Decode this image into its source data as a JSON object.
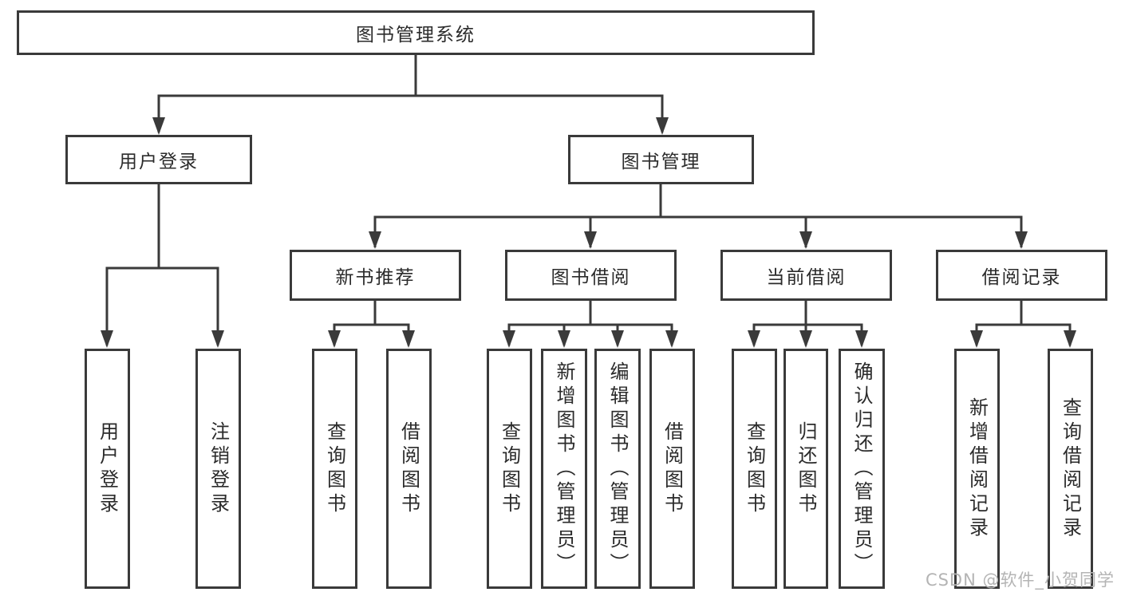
{
  "colors": {
    "line": "#3a3a3a",
    "text": "#2b2b2b",
    "background": "#ffffff",
    "watermark_gray": "#b4b4b4"
  },
  "watermark": {
    "text": "CSDN @软件_小贺同学"
  },
  "tree": {
    "root": {
      "label": "图书管理系统",
      "children": [
        {
          "label": "用户登录",
          "children": [
            {
              "label": "用户登录"
            },
            {
              "label": "注销登录"
            }
          ]
        },
        {
          "label": "图书管理",
          "children": [
            {
              "label": "新书推荐",
              "children": [
                {
                  "label": "查询图书"
                },
                {
                  "label": "借阅图书"
                }
              ]
            },
            {
              "label": "图书借阅",
              "children": [
                {
                  "label": "查询图书"
                },
                {
                  "label": "新增图书（管理员）"
                },
                {
                  "label": "编辑图书（管理员）"
                },
                {
                  "label": "借阅图书"
                }
              ]
            },
            {
              "label": "当前借阅",
              "children": [
                {
                  "label": "查询图书"
                },
                {
                  "label": "归还图书"
                },
                {
                  "label": "确认归还（管理员）"
                }
              ]
            },
            {
              "label": "借阅记录",
              "children": [
                {
                  "label": "新增借阅记录"
                },
                {
                  "label": "查询借阅记录"
                }
              ]
            }
          ]
        }
      ]
    }
  }
}
